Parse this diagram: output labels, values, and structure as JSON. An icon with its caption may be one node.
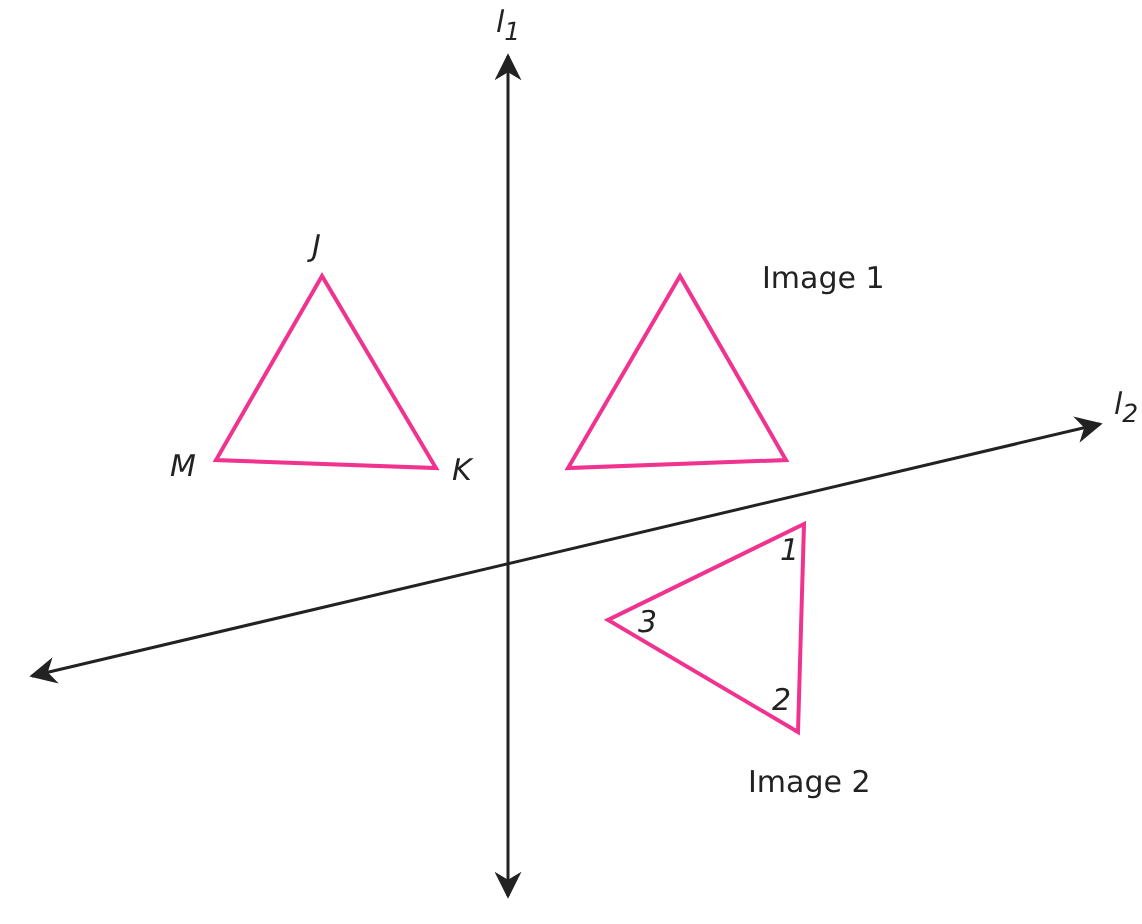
{
  "diagram": {
    "nodes": [
      {
        "text": [],
        "shape": "triangle"
      },
      {
        "text": [],
        "shape": "triangle"
      },
      {
        "text": [],
        "shape": "triangle"
      }
    ],
    "labels": [
      "l$_{1}$",
      "J",
      "Image 1",
      "l$_{2}$",
      "M",
      "K",
      "1",
      "3",
      "2",
      "Image 2"
    ]
  }
}
